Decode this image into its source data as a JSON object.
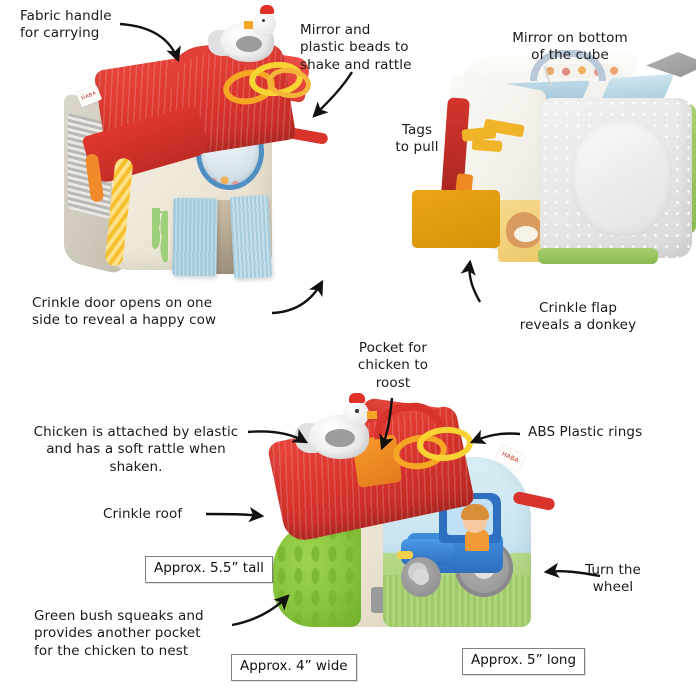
{
  "page": {
    "title": "HABA Farm Discovery Cube annotated product diagram",
    "background_color": "#ffffff",
    "text_color": "#1a1a1a",
    "box_border_color": "#808080"
  },
  "annotations": [
    {
      "id": "fabric-handle",
      "text": "Fabric handle\nfor carrying",
      "align": "left"
    },
    {
      "id": "mirror-beads",
      "text": "Mirror and\nplastic beads to\nshake and rattle",
      "align": "left"
    },
    {
      "id": "mirror-bottom",
      "text": "Mirror on bottom\nof the cube",
      "align": "center"
    },
    {
      "id": "tags-to-pull",
      "text": "Tags\nto pull",
      "align": "center"
    },
    {
      "id": "crinkle-door",
      "text": "Crinkle door opens on one\nside to reveal a happy cow",
      "align": "left"
    },
    {
      "id": "crinkle-flap",
      "text": "Crinkle flap\nreveals a donkey",
      "align": "center"
    },
    {
      "id": "pocket-roost",
      "text": "Pocket for\nchicken to\nroost",
      "align": "center"
    },
    {
      "id": "chicken-elastic",
      "text": "Chicken is attached by elastic\nand has a soft rattle when\nshaken.",
      "align": "center"
    },
    {
      "id": "abs-rings",
      "text": "ABS Plastic rings",
      "align": "left"
    },
    {
      "id": "crinkle-roof",
      "text": "Crinkle roof",
      "align": "left"
    },
    {
      "id": "green-bush",
      "text": "Green bush squeaks and\nprovides another pocket\nfor the chicken to nest",
      "align": "left"
    },
    {
      "id": "turn-wheel",
      "text": "Turn the\nwheel",
      "align": "center"
    }
  ],
  "dimension_boxes": [
    {
      "id": "height",
      "text": "Approx. 5.5” tall"
    },
    {
      "id": "width",
      "text": "Approx. 4” wide"
    },
    {
      "id": "length",
      "text": "Approx. 5” long"
    }
  ],
  "product_photos": [
    {
      "id": "barn-front-left",
      "brand_tag": "HABA"
    },
    {
      "id": "cube-mirror-side",
      "brand_tag": ""
    },
    {
      "id": "barn-tractor-side",
      "brand_tag": "HABA"
    }
  ]
}
